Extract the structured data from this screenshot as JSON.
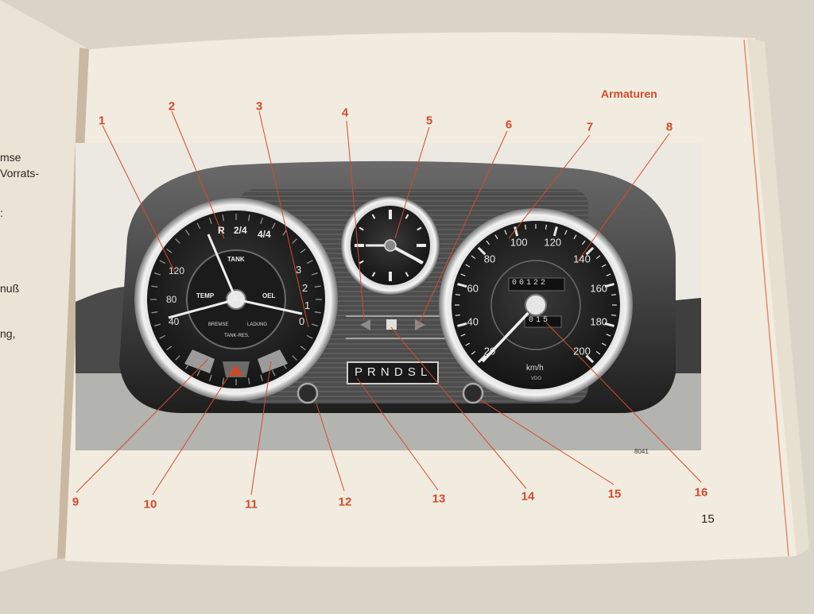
{
  "left_page_fragments": [
    "mse",
    "Vorrats-",
    ":",
    "nuß",
    "ng,"
  ],
  "page_heading": "Armaturen",
  "page_number": "15",
  "figure_code": "8041",
  "callout_numbers": [
    "1",
    "2",
    "3",
    "4",
    "5",
    "6",
    "7",
    "8",
    "9",
    "10",
    "11",
    "12",
    "13",
    "14",
    "15",
    "16"
  ],
  "combi_gauge": {
    "fuel_labels": [
      "R",
      "2/4",
      "4/4"
    ],
    "temp_labels": [
      "40",
      "80",
      "120"
    ],
    "oil_labels": [
      "0",
      "1",
      "2",
      "3"
    ],
    "center_labels": [
      "TANK",
      "TEMP",
      "OEL",
      "BREMSE",
      "LADUNG",
      "TANK-RES."
    ]
  },
  "speedometer": {
    "speed_labels": [
      "20",
      "40",
      "60",
      "80",
      "100",
      "120",
      "140",
      "160",
      "180",
      "200"
    ],
    "odometer": "00122",
    "trip": "015",
    "unit": "km/h",
    "brand": "VDO"
  },
  "gear_indicator": "P R N D S L",
  "colors": {
    "accent_red": "#d84a2a",
    "paper": "#f1ecdf",
    "dash_dark": "#2b2b2b"
  }
}
